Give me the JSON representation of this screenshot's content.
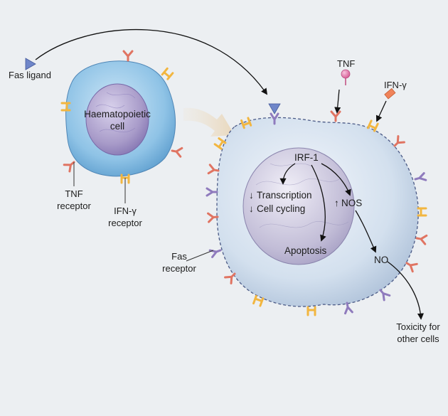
{
  "labels": {
    "fas_ligand": "Fas ligand",
    "haematopoietic_cell_line1": "Haematopoietic",
    "haematopoietic_cell_line2": "cell",
    "tnf_receptor_line1": "TNF",
    "tnf_receptor_line2": "receptor",
    "ifn_receptor_line1": "IFN-γ",
    "ifn_receptor_line2": "receptor",
    "fas_receptor_line1": "Fas",
    "fas_receptor_line2": "receptor",
    "tnf": "TNF",
    "ifn_gamma": "IFN-γ",
    "irf1": "IRF-1",
    "transcription": "Transcription",
    "cell_cycling": "Cell cycling",
    "nos": "NOS",
    "apoptosis": "Apoptosis",
    "no": "NO",
    "toxicity_line1": "Toxicity for",
    "toxicity_line2": "other cells",
    "down_arrow": "↓",
    "up_arrow": "↑"
  },
  "colors": {
    "background": "#eceff2",
    "hematopoietic_cytoplasm": "#8fc3e6",
    "hematopoietic_nucleus": "#a89bc9",
    "target_cytoplasm": "#d3e0ee",
    "target_nucleus": "#c2bdd7",
    "tnf_receptor": "#e07462",
    "ifn_receptor": "#f2b640",
    "fas_receptor": "#8f7bbd",
    "fas_ligand": "#6f86c9",
    "tnf": "#e07aa8",
    "ifn_gamma": "#f0835a"
  }
}
